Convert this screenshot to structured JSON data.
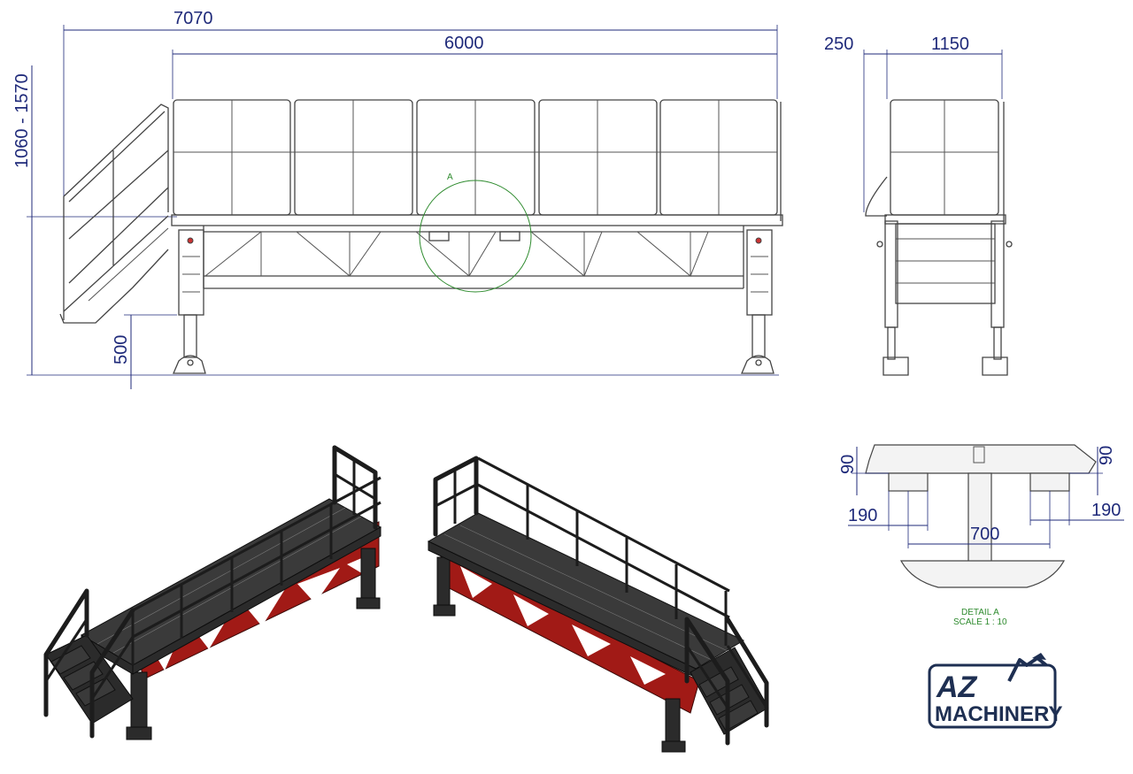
{
  "side_view": {
    "dim_total_length": "7070",
    "dim_platform_length": "6000",
    "dim_height_range": "1060 - 1570",
    "dim_leg": "500",
    "detail_marker": "A"
  },
  "end_view": {
    "dim_offset": "250",
    "dim_width": "1150"
  },
  "detail_a": {
    "dim_left_height": "90",
    "dim_right_height": "90",
    "dim_left_width": "190",
    "dim_right_width": "190",
    "dim_center": "700",
    "title": "DETAIL A",
    "scale": "SCALE 1 : 10"
  },
  "logo": {
    "line1": "AZ",
    "line2": "MACHINERY"
  },
  "colors": {
    "dimension": "#1f2a7a",
    "detail_label": "#2e8b2e",
    "frame_red": "#a11a16",
    "steel_black": "#2b2b2b",
    "logo_navy": "#1e2f52"
  }
}
